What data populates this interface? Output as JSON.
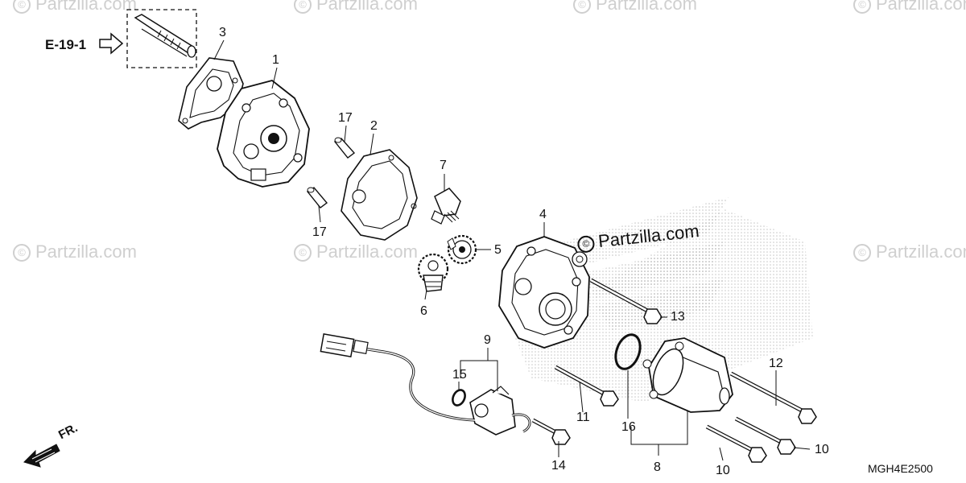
{
  "watermark": {
    "text": "Partzilla.com",
    "symbol": "©"
  },
  "brand_mark": {
    "text": "Partzilla.com",
    "symbol": "©"
  },
  "reference": {
    "label": "E-19-1"
  },
  "front_indicator": {
    "label": "FR."
  },
  "diagram_code": "MGH4E2500",
  "callouts": {
    "c1": "1",
    "c2": "2",
    "c3": "3",
    "c4": "4",
    "c5": "5",
    "c6": "6",
    "c7": "7",
    "c8": "8",
    "c9": "9",
    "c10a": "10",
    "c10b": "10",
    "c11": "11",
    "c12": "12",
    "c13": "13",
    "c14": "14",
    "c15": "15",
    "c16": "16",
    "c17a": "17",
    "c17b": "17"
  },
  "colors": {
    "line": "#111111",
    "watermark": "#cfcfcf",
    "halftone": "#9a9a9a"
  }
}
